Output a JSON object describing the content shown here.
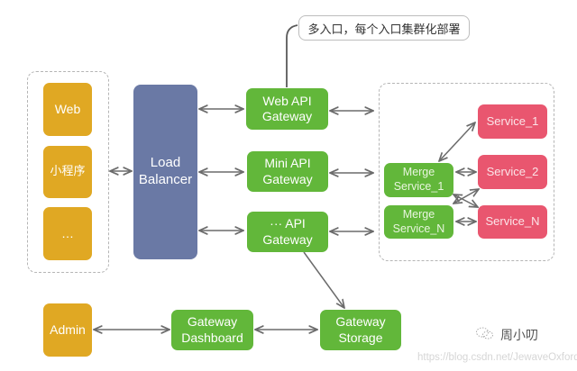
{
  "callout": {
    "text": "多入口，每个入口集群化部署"
  },
  "clients": [
    {
      "id": "web",
      "label": "Web"
    },
    {
      "id": "miniprogram",
      "label": "小程序"
    },
    {
      "id": "more",
      "label": "…"
    }
  ],
  "admin": {
    "label": "Admin"
  },
  "load_balancer": {
    "line1": "Load",
    "line2": "Balancer"
  },
  "gateways": [
    {
      "id": "web-api-gateway",
      "line1": "Web API",
      "line2": "Gateway"
    },
    {
      "id": "mini-api-gateway",
      "line1": "Mini API",
      "line2": "Gateway"
    },
    {
      "id": "more-api-gateway",
      "line1": "··· API",
      "line2": "Gateway"
    }
  ],
  "merge_services": [
    {
      "id": "merge-service-1",
      "line1": "Merge",
      "line2": "Service_1"
    },
    {
      "id": "merge-service-n",
      "line1": "Merge",
      "line2": "Service_N"
    }
  ],
  "services": [
    {
      "id": "service-1",
      "label": "Service_1"
    },
    {
      "id": "service-2",
      "label": "Service_2"
    },
    {
      "id": "service-n",
      "label": "Service_N"
    }
  ],
  "dashboard": {
    "line1": "Gateway",
    "line2": "Dashboard"
  },
  "storage": {
    "line1": "Gateway",
    "line2": "Storage"
  },
  "watermark": {
    "name": "周小叨",
    "url": "https://blog.csdn.net/JewaveOxford"
  },
  "colors": {
    "client": "#E0A823",
    "load_balancer": "#6A79A5",
    "gateway": "#62B73A",
    "service": "#E9566F",
    "arrow": "#6b6b6b"
  }
}
